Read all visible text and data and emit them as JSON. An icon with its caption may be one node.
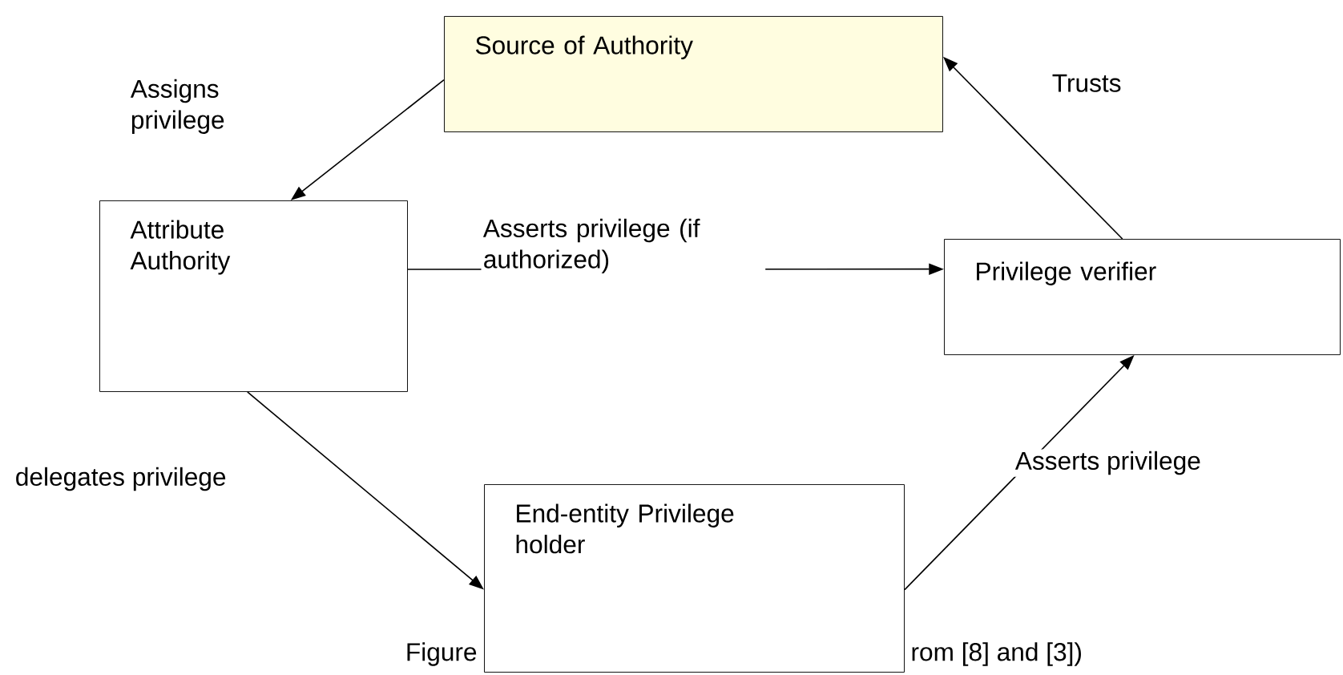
{
  "diagram": {
    "nodes": [
      {
        "text": [
          "Source of Authority"
        ]
      },
      {
        "text": [
          "Attribute Authority"
        ]
      },
      {
        "text": [
          "Privilege verifier"
        ]
      },
      {
        "text": [
          "End-entity Privilege holder"
        ]
      }
    ],
    "edges": [
      {
        "from": 0,
        "to": 1,
        "arrow": "to",
        "label": "Assigns privilege"
      },
      {
        "from": 1,
        "to": 2,
        "arrow": "to",
        "label": "Asserts privilege (if authorized)"
      },
      {
        "from": 1,
        "to": 3,
        "arrow": "to",
        "label": "delegates privilege"
      },
      {
        "from": 3,
        "to": 2,
        "arrow": "to",
        "label": "Asserts privilege"
      },
      {
        "from": 2,
        "to": 0,
        "arrow": "to",
        "label": "Trusts"
      }
    ],
    "labels": [
      "Figure",
      "rom [8] and [3])"
    ]
  }
}
